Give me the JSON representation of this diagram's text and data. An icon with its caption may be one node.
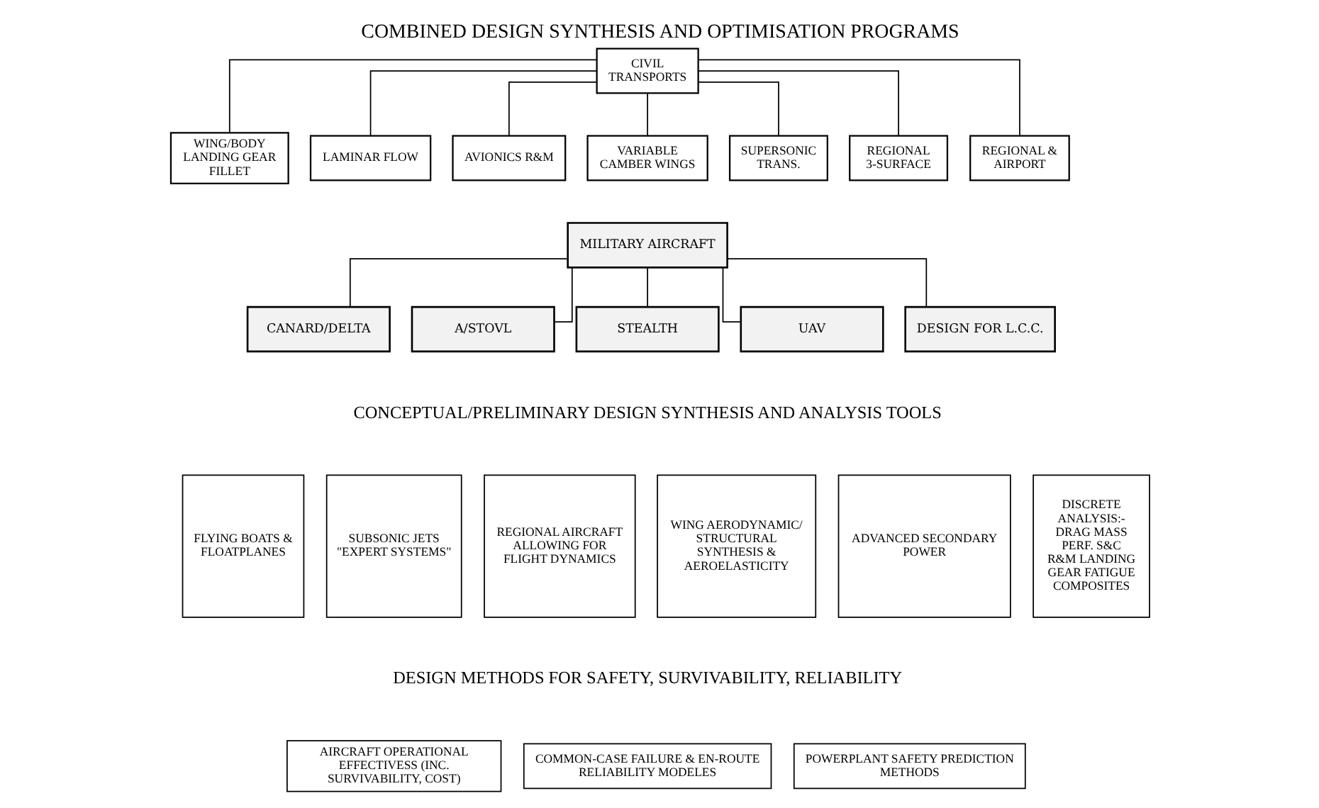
{
  "diagram": {
    "title": "COMBINED DESIGN SYNTHESIS AND OPTIMISATION PROGRAMS",
    "nodes": [
      {
        "text": [
          "CIVIL TRANSPORTS"
        ]
      },
      {
        "text": [
          "WING/BODY LANDING GEAR FILLET"
        ]
      },
      {
        "text": [
          "LAMINAR FLOW"
        ]
      },
      {
        "text": [
          "AVIONICS R&M"
        ]
      },
      {
        "text": [
          "VARIABLE CAMBER WINGS"
        ]
      },
      {
        "text": [
          "SUPERSONIC TRANS."
        ]
      },
      {
        "text": [
          "REGIONAL 3-SURFACE"
        ]
      },
      {
        "text": [
          "REGIONAL & AIRPORT"
        ]
      },
      {
        "text": [
          "MILITARY AIRCRAFT"
        ]
      },
      {
        "text": [
          "CANARD/DELTA"
        ]
      },
      {
        "text": [
          "A/STOVL"
        ]
      },
      {
        "text": [
          "STEALTH"
        ]
      },
      {
        "text": [
          "UAV"
        ]
      },
      {
        "text": [
          "DESIGN FOR L.C.C."
        ]
      },
      {
        "text": [
          "FLYING BOATS & FLOATPLANES"
        ]
      },
      {
        "text": [
          "SUBSONIC JETS \"EXPERT SYSTEMS\""
        ]
      },
      {
        "text": [
          "REGIONAL AIRCRAFT ALLOWING FOR FLIGHT DYNAMICS"
        ]
      },
      {
        "text": [
          "WING AERODYNAMIC/ STRUCTURAL SYNTHESIS & AEROELASTICITY"
        ]
      },
      {
        "text": [
          "ADVANCED SECONDARY POWER"
        ]
      },
      {
        "text": [
          "DISCRETE ANALYSIS:-",
          "DRAG MASS PERF. S&C R&M LANDING GEAR FATIGUE COMPOSITES"
        ]
      },
      {
        "text": [
          "AIRCRAFT OPERATIONAL EFFECTIVESS (INC. SURVIVABILITY, COST)"
        ]
      },
      {
        "text": [
          "COMMON-CASE FAILURE & EN-ROUTE RELIABILITY MODELES"
        ]
      },
      {
        "text": [
          "POWERPLANT SAFETY PREDICTION METHODS"
        ]
      }
    ],
    "edges": [
      {
        "from": 0,
        "to": 1,
        "arrow": "none"
      },
      {
        "from": 0,
        "to": 2,
        "arrow": "none"
      },
      {
        "from": 0,
        "to": 3,
        "arrow": "none"
      },
      {
        "from": 0,
        "to": 4,
        "arrow": "none"
      },
      {
        "from": 0,
        "to": 5,
        "arrow": "none"
      },
      {
        "from": 0,
        "to": 6,
        "arrow": "none"
      },
      {
        "from": 0,
        "to": 7,
        "arrow": "none"
      },
      {
        "from": 8,
        "to": 9,
        "arrow": "none"
      },
      {
        "from": 8,
        "to": 10,
        "arrow": "none"
      },
      {
        "from": 8,
        "to": 11,
        "arrow": "none"
      },
      {
        "from": 8,
        "to": 12,
        "arrow": "none"
      },
      {
        "from": 8,
        "to": 13,
        "arrow": "none"
      }
    ],
    "labels": [
      "CONCEPTUAL/PRELIMINARY DESIGN SYNTHESIS AND ANALYSIS TOOLS",
      "DESIGN METHODS FOR SAFETY, SURVIVABILITY, RELIABILITY"
    ]
  }
}
